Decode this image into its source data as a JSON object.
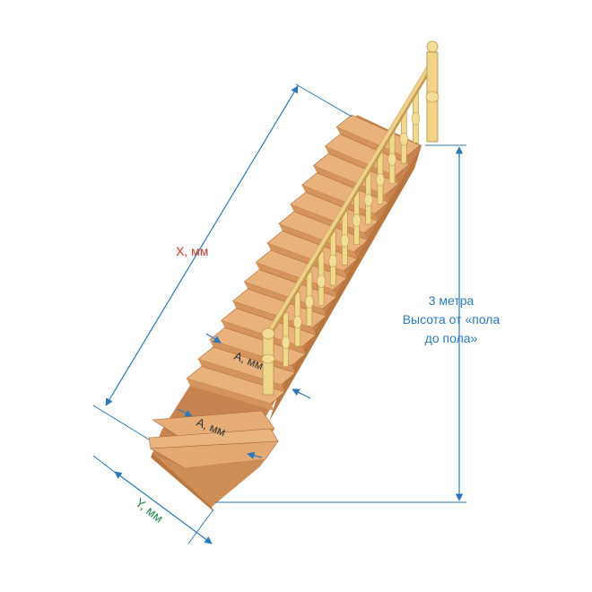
{
  "labels": {
    "x_length": "X, мм",
    "y_width": "Y, мм",
    "a_step_upper": "A, мм",
    "a_step_lower": "A, мм",
    "height_line1": "3 метра",
    "height_line2": "Высота от «пола",
    "height_line3": "до пола»"
  },
  "colors": {
    "dimension_line": "#2c78b8",
    "x_label": "#c0392b",
    "y_label": "#27864a",
    "a_label": "#333333",
    "height_label": "#2c78b8",
    "tread": "#e8b07a",
    "tread_dark": "#c98a55",
    "riser": "#d99a62",
    "stringer": "#c07c48",
    "baluster": "#f0d98a",
    "handrail": "#e4c27a"
  },
  "icons": {
    "dimension_arrow": "arrowhead"
  }
}
